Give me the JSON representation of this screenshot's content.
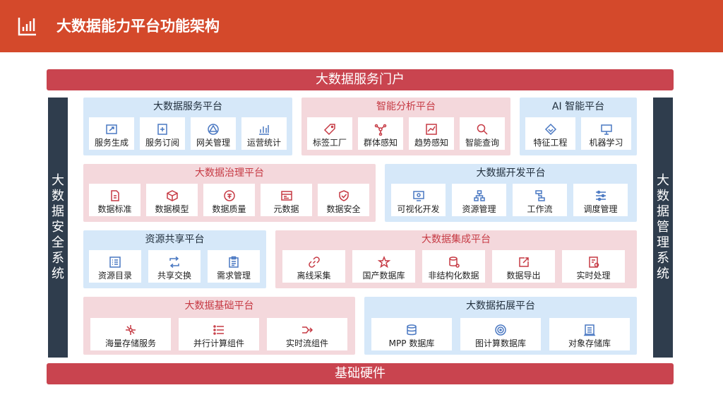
{
  "title": "大数据能力平台功能架构",
  "top_bar": "大数据服务门户",
  "bottom_bar": "基础硬件",
  "left_side": [
    "大",
    "数",
    "据",
    "安",
    "全",
    "系",
    "统"
  ],
  "right_side": [
    "大",
    "数",
    "据",
    "管",
    "理",
    "系",
    "统"
  ],
  "panels": {
    "service": {
      "title": "大数据服务平台",
      "items": [
        "服务生成",
        "服务订阅",
        "网关管理",
        "运营统计"
      ]
    },
    "analysis": {
      "title": "智能分析平台",
      "items": [
        "标签工厂",
        "群体感知",
        "趋势感知",
        "智能查询"
      ]
    },
    "ai": {
      "title": "AI 智能平台",
      "items": [
        "特征工程",
        "机器学习"
      ]
    },
    "governance": {
      "title": "大数据治理平台",
      "items": [
        "数据标准",
        "数据模型",
        "数据质量",
        "元数据",
        "数据安全"
      ]
    },
    "dev": {
      "title": "大数据开发平台",
      "items": [
        "可视化开发",
        "资源管理",
        "工作流",
        "调度管理"
      ]
    },
    "share": {
      "title": "资源共享平台",
      "items": [
        "资源目录",
        "共享交换",
        "需求管理"
      ]
    },
    "integration": {
      "title": "大数据集成平台",
      "items": [
        "离线采集",
        "国产数据库",
        "非结构化数据",
        "数据导出",
        "实时处理"
      ]
    },
    "base": {
      "title": "大数据基础平台",
      "items": [
        "海量存储服务",
        "并行计算组件",
        "实时流组件"
      ]
    },
    "extend": {
      "title": "大数据拓展平台",
      "items": [
        "MPP 数据库",
        "图计算数据库",
        "对象存储库"
      ]
    }
  },
  "icons": {
    "header": "bar-chart-icon",
    "service": [
      "export-box-icon",
      "plus-box-icon",
      "gateway-triangle-icon",
      "stats-bars-icon"
    ],
    "analysis": [
      "tag-icon",
      "network-nodes-icon",
      "trend-chart-icon",
      "search-icon"
    ],
    "ai": [
      "diamond-layers-icon",
      "monitor-icon"
    ],
    "governance": [
      "document-icon",
      "cube-icon",
      "quality-badge-icon",
      "calendar-table-icon",
      "shield-check-icon"
    ],
    "dev": [
      "visual-screen-icon",
      "org-chart-icon",
      "workflow-icon",
      "sliders-icon"
    ],
    "share": [
      "list-icon",
      "exchange-icon",
      "clipboard-icon"
    ],
    "integration": [
      "link-icon",
      "star-icon",
      "database-gear-icon",
      "export-icon",
      "realtime-doc-icon"
    ],
    "base": [
      "storage-node-icon",
      "parallel-list-icon",
      "stream-icon"
    ],
    "extend": [
      "database-icon",
      "graph-target-icon",
      "object-storage-icon"
    ]
  },
  "colors": {
    "header": "#d4492b",
    "bar": "#c9444f",
    "side": "#2f3d4d",
    "blue_panel": "#d6e8f9",
    "pink_panel": "#f4d8dc"
  }
}
